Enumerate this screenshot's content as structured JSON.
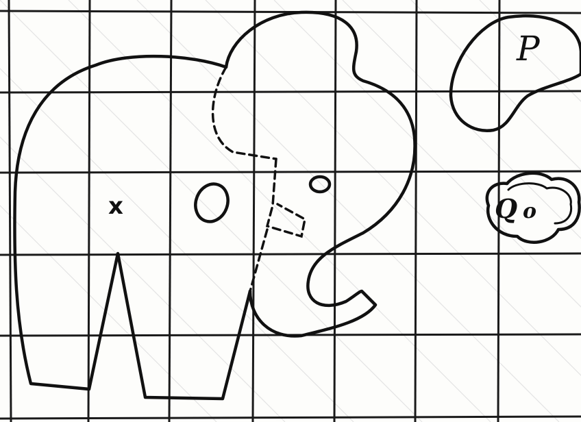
{
  "pieces": {
    "body_label": "O",
    "head_label": "o",
    "ear_label": "P",
    "tail_label": "Q",
    "tail_small_label": "o"
  },
  "marks": {
    "placement_mark": "x"
  },
  "colors": {
    "ink": "#111111",
    "paper": "#fdfdfb",
    "hatch": "#e4e4e4"
  }
}
